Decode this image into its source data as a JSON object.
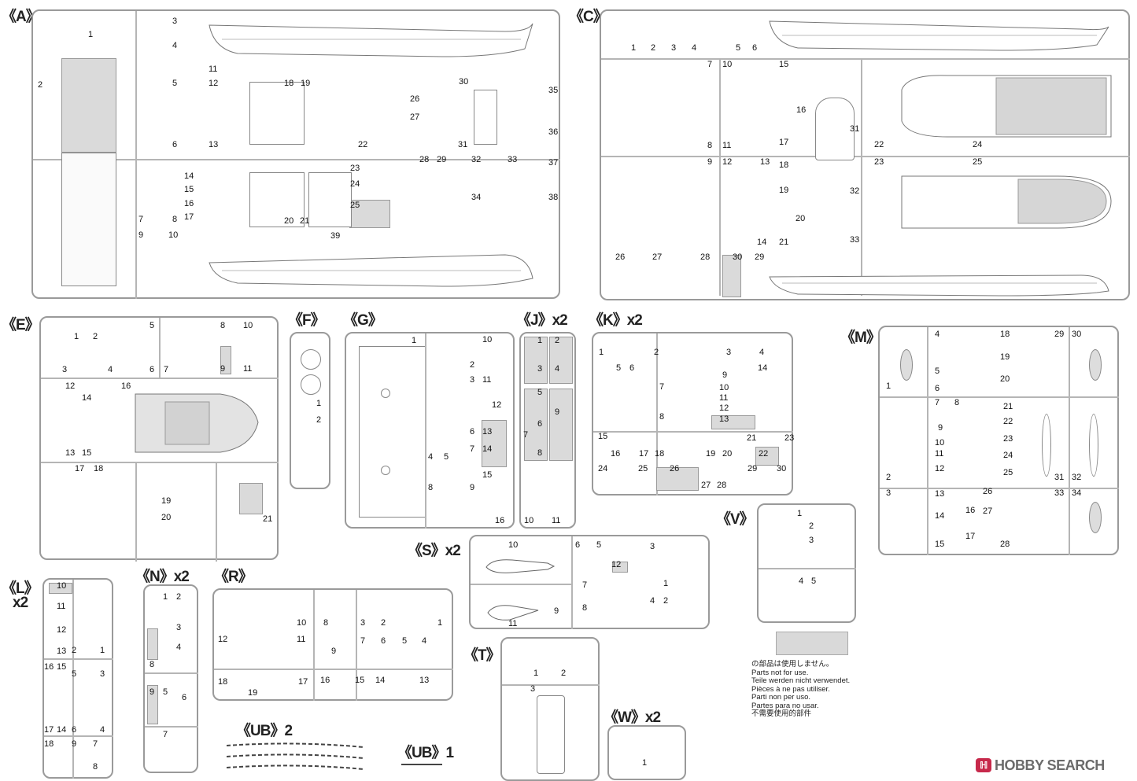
{
  "sprues": {
    "A": {
      "label": "《A》",
      "nums": [
        "1",
        "2",
        "3",
        "4",
        "5",
        "6",
        "7",
        "8",
        "9",
        "10",
        "11",
        "12",
        "13",
        "14",
        "15",
        "16",
        "17",
        "18",
        "19",
        "20",
        "21",
        "22",
        "23",
        "24",
        "25",
        "26",
        "27",
        "28",
        "29",
        "30",
        "31",
        "32",
        "33",
        "34",
        "35",
        "36",
        "37",
        "38",
        "39"
      ]
    },
    "C": {
      "label": "《C》",
      "nums": [
        "1",
        "2",
        "3",
        "4",
        "5",
        "6",
        "7",
        "8",
        "9",
        "10",
        "11",
        "12",
        "13",
        "14",
        "15",
        "16",
        "17",
        "18",
        "19",
        "20",
        "21",
        "22",
        "23",
        "24",
        "25",
        "26",
        "27",
        "28",
        "29",
        "30",
        "31",
        "32",
        "33"
      ]
    },
    "E": {
      "label": "《E》",
      "nums": [
        "1",
        "2",
        "3",
        "4",
        "5",
        "6",
        "7",
        "8",
        "9",
        "10",
        "11",
        "12",
        "13",
        "14",
        "15",
        "16",
        "17",
        "18",
        "19",
        "20",
        "21"
      ]
    },
    "F": {
      "label": "《F》",
      "nums": [
        "1",
        "2"
      ]
    },
    "G": {
      "label": "《G》",
      "nums": [
        "1",
        "2",
        "3",
        "4",
        "5",
        "6",
        "7",
        "8",
        "9",
        "10",
        "11",
        "12",
        "13",
        "14",
        "15",
        "16"
      ]
    },
    "J": {
      "label": "《J》x2",
      "nums": [
        "1",
        "2",
        "3",
        "4",
        "5",
        "6",
        "7",
        "8",
        "9",
        "10",
        "11"
      ]
    },
    "K": {
      "label": "《K》x2",
      "nums": [
        "1",
        "2",
        "3",
        "4",
        "5",
        "6",
        "7",
        "8",
        "9",
        "10",
        "11",
        "12",
        "13",
        "14",
        "15",
        "16",
        "17",
        "18",
        "19",
        "20",
        "21",
        "22",
        "23",
        "24",
        "25",
        "26",
        "27",
        "28",
        "29",
        "30"
      ]
    },
    "M": {
      "label": "《M》",
      "nums": [
        "1",
        "2",
        "3",
        "4",
        "5",
        "6",
        "7",
        "8",
        "9",
        "10",
        "11",
        "12",
        "13",
        "14",
        "15",
        "16",
        "17",
        "18",
        "19",
        "20",
        "21",
        "22",
        "23",
        "24",
        "25",
        "26",
        "27",
        "28",
        "29",
        "30",
        "31",
        "32",
        "33",
        "34"
      ]
    },
    "L": {
      "label": "《L》",
      "sub": "x2",
      "nums": [
        "1",
        "2",
        "3",
        "4",
        "5",
        "6",
        "7",
        "8",
        "9",
        "10",
        "11",
        "12",
        "13",
        "14",
        "15",
        "16",
        "17",
        "18"
      ]
    },
    "N": {
      "label": "《N》x2",
      "nums": [
        "1",
        "2",
        "3",
        "4",
        "5",
        "6",
        "7",
        "8",
        "9"
      ]
    },
    "R": {
      "label": "《R》",
      "nums": [
        "1",
        "2",
        "3",
        "4",
        "5",
        "6",
        "7",
        "8",
        "9",
        "10",
        "11",
        "12",
        "13",
        "14",
        "15",
        "16",
        "17",
        "18",
        "19"
      ]
    },
    "S": {
      "label": "《S》x2",
      "nums": [
        "1",
        "2",
        "3",
        "4",
        "5",
        "6",
        "7",
        "8",
        "9",
        "10",
        "11",
        "12"
      ]
    },
    "T": {
      "label": "《T》",
      "nums": [
        "1",
        "2",
        "3"
      ]
    },
    "V": {
      "label": "《V》",
      "nums": [
        "1",
        "2",
        "3",
        "4",
        "5"
      ]
    },
    "W": {
      "label": "《W》x2",
      "nums": [
        "1"
      ]
    },
    "UB2": {
      "label": "《UB》2"
    },
    "UB1": {
      "label": "《UB》1"
    }
  },
  "legend": {
    "swatch_color": "#d9d9d9",
    "lines": [
      "の部品は使用しません。",
      "Parts not for use.",
      "Teile werden nicht verwendet.",
      "Pièces à ne pas utiliser.",
      "Parti non per uso.",
      "Partes para no usar.",
      "不需要使用的部件"
    ]
  },
  "watermark": {
    "mark": "ℍ",
    "text": "HOBBY SEARCH"
  }
}
